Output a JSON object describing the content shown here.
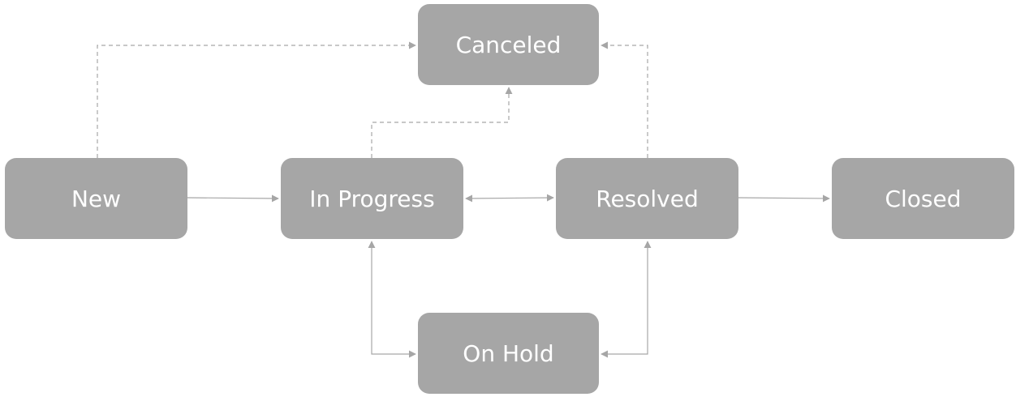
{
  "nodes": {
    "new": "New",
    "in_progress": "In Progress",
    "resolved": "Resolved",
    "closed": "Closed",
    "canceled": "Canceled",
    "on_hold": "On Hold"
  },
  "colors": {
    "node_fill": "#a6a6a6",
    "node_text": "#ffffff",
    "edge": "#a6a6a6"
  }
}
